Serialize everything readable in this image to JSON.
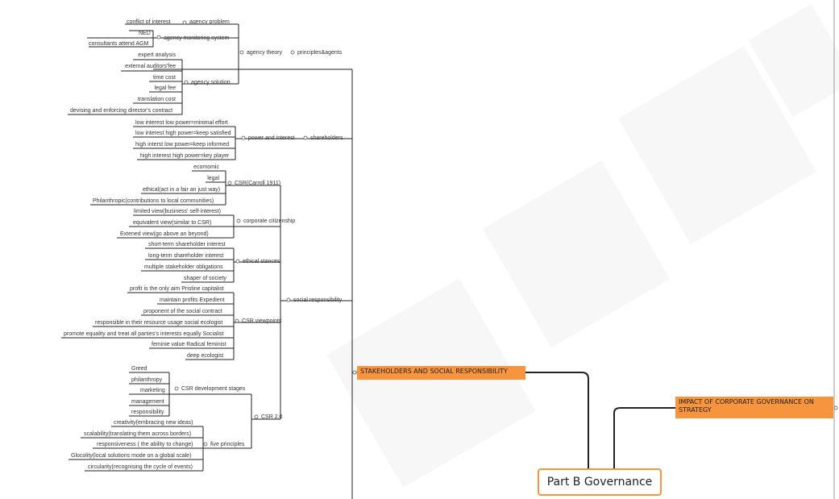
{
  "root": "Part B Governance",
  "main_branch": "STAKEHOLDERS  AND SOCIAL RESPONSIBILITY",
  "right_branch": "IMPACT OF CORPORATE GOVERNANCE ON STRATEGY",
  "nodes": {
    "principles_agents": "principles&agents",
    "agency_theory": "agency theory",
    "agency_problem": "agency problem",
    "conflict_of_interest": "conflict of interest",
    "agency_monitoring": "agency monitoring system",
    "ned": "NED",
    "consultants": "consultants attend AGM",
    "agency_solution": "agency solution",
    "solutions": [
      "expert analysis",
      "external auditors'fee",
      "time cost",
      "legal fee",
      "translation cost",
      "devising and enforcing director's contract"
    ],
    "shareholders": "shareholders",
    "power_interest": "power and interest",
    "power_items": [
      "low interest low power=minimal effort",
      "low interest high power=keep satisfied",
      "high interst low power=keep informed",
      "high interest high power=key player"
    ],
    "social_responsibility": "social responsibility",
    "csr_carroll": "CSR(Carroll 1911)",
    "carroll_items": [
      "ecomomic",
      "legal",
      "ethical(act in a fair an just way)",
      "Philanthropic(contributions to local communities)"
    ],
    "corporate_citizenship": "corporate citizenship",
    "citizenship_items": [
      "limited view(business' self-interest)",
      "equivalent view(similar to CSR)",
      "Extened view(go above an beyond)"
    ],
    "ethical_stances": "ethical stances",
    "stance_items": [
      "short-term shareholder interest",
      "long-term shareholder interest",
      "multiple stakeholder obligations",
      "shaper of society"
    ],
    "csr_viewpoints": "CSR viewpoints",
    "viewpoint_items": [
      "profit is the only aim Pristine capitalist",
      "maintain profits Expedient",
      "proponent of the social contract",
      "responsible in their resource usage social ecologist",
      "promote equality and treat all parties's interests equally Socialist",
      "feminie value Radical feminist",
      "deep ecologist"
    ],
    "csr2": "CSR 2.0",
    "csr_dev": "CSR development stages",
    "dev_items": [
      "Greed",
      "philanthropy",
      "marketing",
      "management",
      "responsibility"
    ],
    "five_principles": "five principles",
    "principle_items": [
      "creativity(embracing new ideas)",
      "scalability(translating them across borders)",
      "responsiveness ( the ability to change)",
      "Glocolity(local solutions mode on a global scale)",
      "circularity(recognising the cycle of events)"
    ]
  },
  "colors": {
    "accent": "#f7943e",
    "line": "#222222"
  }
}
